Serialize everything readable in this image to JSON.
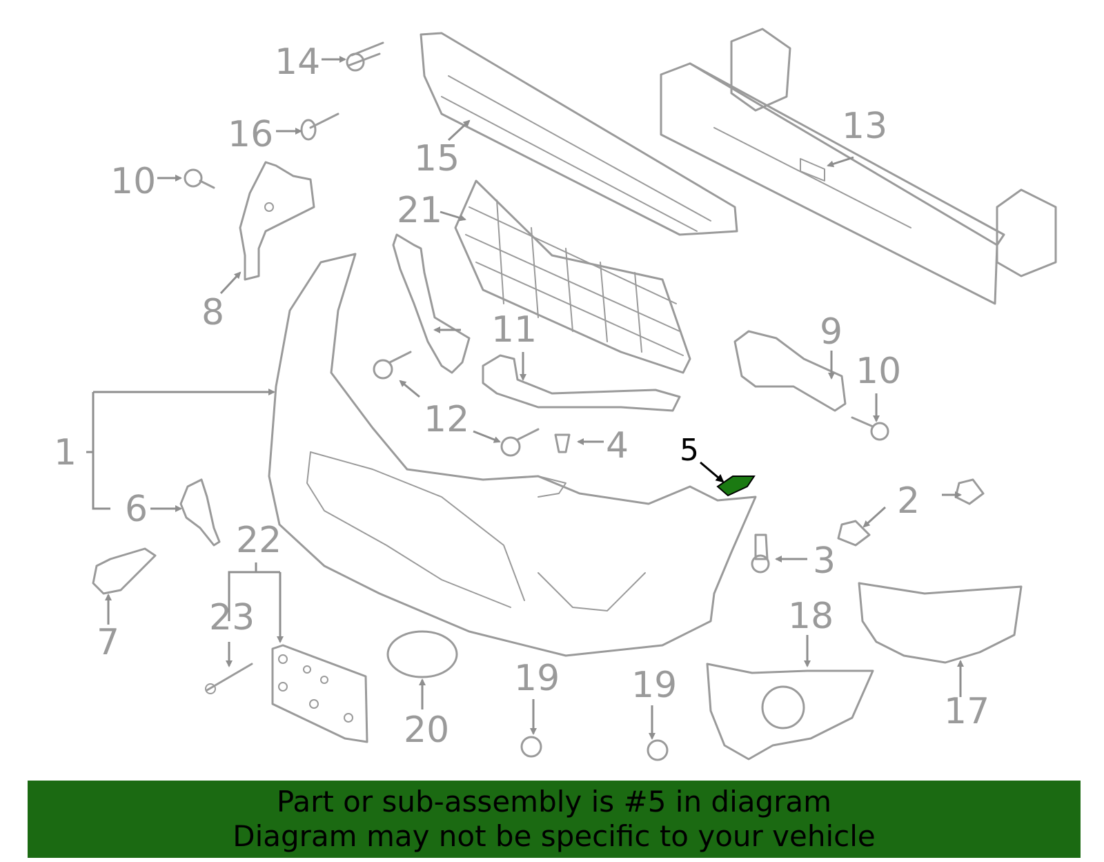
{
  "diagram": {
    "callouts": {
      "c1": "1",
      "c2": "2",
      "c3": "3",
      "c4": "4",
      "c5": "5",
      "c6": "6",
      "c7": "7",
      "c8": "8",
      "c9": "9",
      "c10a": "10",
      "c10b": "10",
      "c11": "11",
      "c12": "12",
      "c13": "13",
      "c14": "14",
      "c15": "15",
      "c16": "16",
      "c17": "17",
      "c18": "18",
      "c19a": "19",
      "c19b": "19",
      "c20": "20",
      "c21": "21",
      "c22": "22",
      "c23": "23"
    },
    "highlighted_part": "5",
    "highlight_color": "#1b7a12",
    "line_color": "#9a9a9a"
  },
  "banner": {
    "line1": "Part or sub-assembly is #5 in diagram",
    "line2": "Diagram may not be specific to your vehicle",
    "background": "#1b6a12"
  }
}
